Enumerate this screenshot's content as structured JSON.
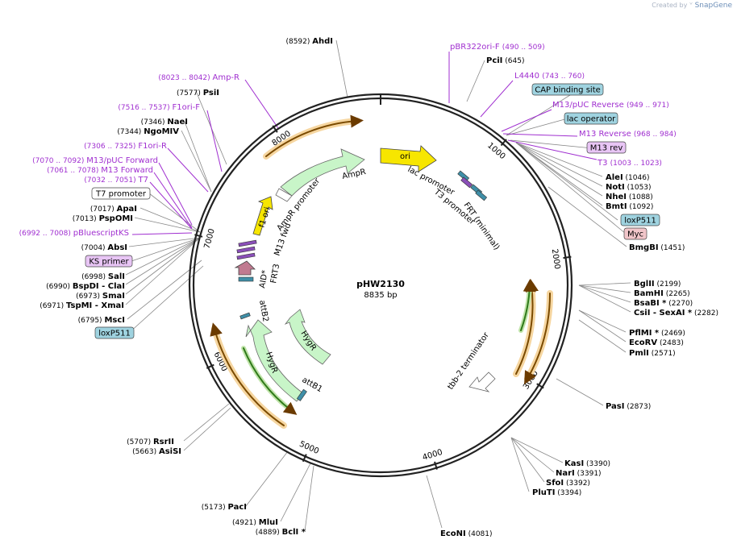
{
  "credit": {
    "prefix": "Created by",
    "brand": "SnapGene"
  },
  "plasmid": {
    "name": "pHW2130",
    "length_label": "8835 bp",
    "length": 8835
  },
  "colors": {
    "backbone": "#222222",
    "feature_label": "#a02fd0",
    "ori": "#f7e600",
    "marker_arrow": "#c8f5c8",
    "orange_arrow": "#e8a33a",
    "green_arrow": "#3c8c1c",
    "recomb_site": "#3f8fa8",
    "cap_box": "#9fd3e0",
    "myc_box": "#f1c5c9",
    "primer_box": "#e8c5f5"
  },
  "ticks": [
    "1000",
    "2000",
    "3000",
    "4000",
    "5000",
    "6000",
    "7000",
    "8000"
  ],
  "site_labels": [
    {
      "name": "AhdI",
      "pos": "(8592)",
      "left": true
    },
    {
      "name": "PciI",
      "pos": "(645)",
      "left": false
    },
    {
      "name": "PsiI",
      "pos": "(7577)",
      "left": true
    },
    {
      "name": "NaeI",
      "pos": "(7346)",
      "left": true
    },
    {
      "name": "NgoMIV",
      "pos": "(7344)",
      "left": true
    },
    {
      "name": "AleI",
      "pos": "(1046)",
      "left": false
    },
    {
      "name": "NotI",
      "pos": "(1053)",
      "left": false
    },
    {
      "name": "NheI",
      "pos": "(1088)",
      "left": false
    },
    {
      "name": "BmtI",
      "pos": "(1092)",
      "left": false
    },
    {
      "name": "BmgBI",
      "pos": "(1451)",
      "left": false
    },
    {
      "name": "ApaI",
      "pos": "(7017)",
      "left": true
    },
    {
      "name": "PspOMI",
      "pos": "(7013)",
      "left": true
    },
    {
      "name": "AbsI",
      "pos": "(7004)",
      "left": true
    },
    {
      "name": "SalI",
      "pos": "(6998)",
      "left": true
    },
    {
      "name": "BspDI - ClaI",
      "pos": "(6990)",
      "left": true
    },
    {
      "name": "SmaI",
      "pos": "(6973)",
      "left": true
    },
    {
      "name": "TspMI - XmaI",
      "pos": "(6971)",
      "left": true
    },
    {
      "name": "MscI",
      "pos": "(6795)",
      "left": true
    },
    {
      "name": "BglII",
      "pos": "(2199)",
      "left": false
    },
    {
      "name": "BamHI",
      "pos": "(2265)",
      "left": false
    },
    {
      "name": "BsaBI *",
      "pos": "(2270)",
      "left": false
    },
    {
      "name": "CsiI - SexAI *",
      "pos": "(2282)",
      "left": false
    },
    {
      "name": "PflMI *",
      "pos": "(2469)",
      "left": false
    },
    {
      "name": "EcoRV",
      "pos": "(2483)",
      "left": false
    },
    {
      "name": "PmlI",
      "pos": "(2571)",
      "left": false
    },
    {
      "name": "PasI",
      "pos": "(2873)",
      "left": false
    },
    {
      "name": "KasI",
      "pos": "(3390)",
      "left": false
    },
    {
      "name": "NarI",
      "pos": "(3391)",
      "left": false
    },
    {
      "name": "SfoI",
      "pos": "(3392)",
      "left": false
    },
    {
      "name": "PluTI",
      "pos": "(3394)",
      "left": false
    },
    {
      "name": "EcoNI",
      "pos": "(4081)",
      "left": false
    },
    {
      "name": "RsrII",
      "pos": "(5707)",
      "left": true
    },
    {
      "name": "AsiSI",
      "pos": "(5663)",
      "left": true
    },
    {
      "name": "PacI",
      "pos": "(5173)",
      "left": true
    },
    {
      "name": "MluI",
      "pos": "(4921)",
      "left": true
    },
    {
      "name": "BclI *",
      "pos": "(4889)",
      "left": true
    }
  ],
  "feature_labels": [
    {
      "name": "pBR322ori-F",
      "pos": "(490 .. 509)"
    },
    {
      "name": "L4440",
      "pos": "(743 .. 760)"
    },
    {
      "name": "M13/pUC Reverse",
      "pos": "(949 .. 971)"
    },
    {
      "name": "M13 Reverse",
      "pos": "(968 .. 984)"
    },
    {
      "name": "T3",
      "pos": "(1003 .. 1023)"
    },
    {
      "name": "Amp-R",
      "pos": "(8023 .. 8042)"
    },
    {
      "name": "F1ori-F",
      "pos": "(7516 .. 7537)"
    },
    {
      "name": "F1ori-R",
      "pos": "(7306 .. 7325)"
    },
    {
      "name": "M13/pUC Forward",
      "pos": "(7070 .. 7092)"
    },
    {
      "name": "M13 Forward",
      "pos": "(7061 .. 7078)"
    },
    {
      "name": "T7",
      "pos": "(7032 .. 7051)"
    },
    {
      "name": "pBluescriptKS",
      "pos": "(6992 .. 7008)"
    }
  ],
  "boxed_labels": [
    {
      "name": "CAP binding site"
    },
    {
      "name": "lac operator"
    },
    {
      "name": "M13 rev"
    },
    {
      "name": "loxP511"
    },
    {
      "name": "Myc"
    },
    {
      "name": "T7 promoter"
    },
    {
      "name": "KS primer"
    },
    {
      "name": "loxP511"
    }
  ],
  "map_features": [
    {
      "name": "ori"
    },
    {
      "name": "AmpR"
    },
    {
      "name": "AmpR promoter"
    },
    {
      "name": "f1 ori"
    },
    {
      "name": "M13 fwd"
    },
    {
      "name": "lac promoter"
    },
    {
      "name": "T3 promoter"
    },
    {
      "name": "FRT (minimal)"
    },
    {
      "name": "AID*"
    },
    {
      "name": "FRT3"
    },
    {
      "name": "attB2"
    },
    {
      "name": "HygR"
    },
    {
      "name": "HygR"
    },
    {
      "name": "attB1"
    },
    {
      "name": "tbb-2 terminator"
    }
  ]
}
